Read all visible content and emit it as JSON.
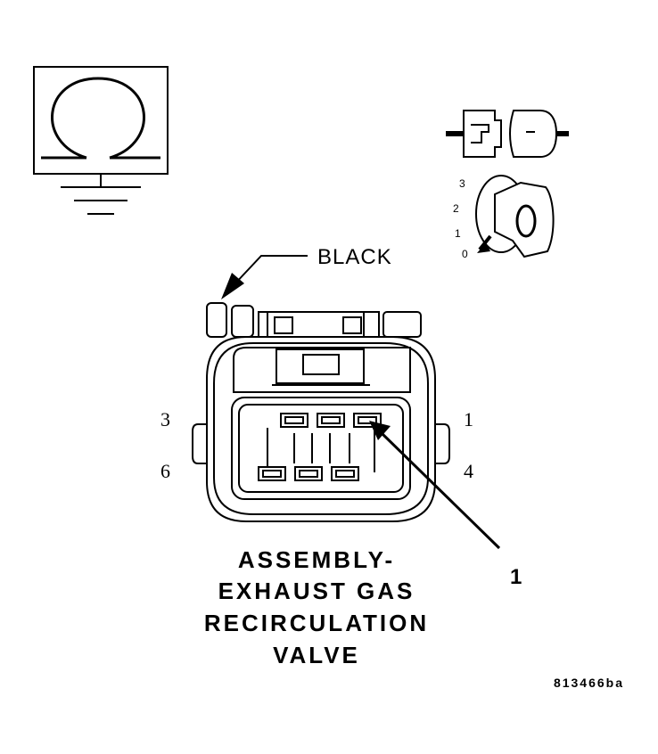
{
  "wire_color_label": "BLACK",
  "pins": {
    "top_left": "3",
    "top_right": "1",
    "bottom_left": "6",
    "bottom_right": "4"
  },
  "callout_number": "1",
  "component_title": [
    "ASSEMBLY-",
    "EXHAUST GAS",
    "RECIRCULATION",
    "VALVE"
  ],
  "ignition_positions": [
    "3",
    "2",
    "1",
    "0"
  ],
  "key_symbol": "O",
  "figure_reference": "813466ba"
}
